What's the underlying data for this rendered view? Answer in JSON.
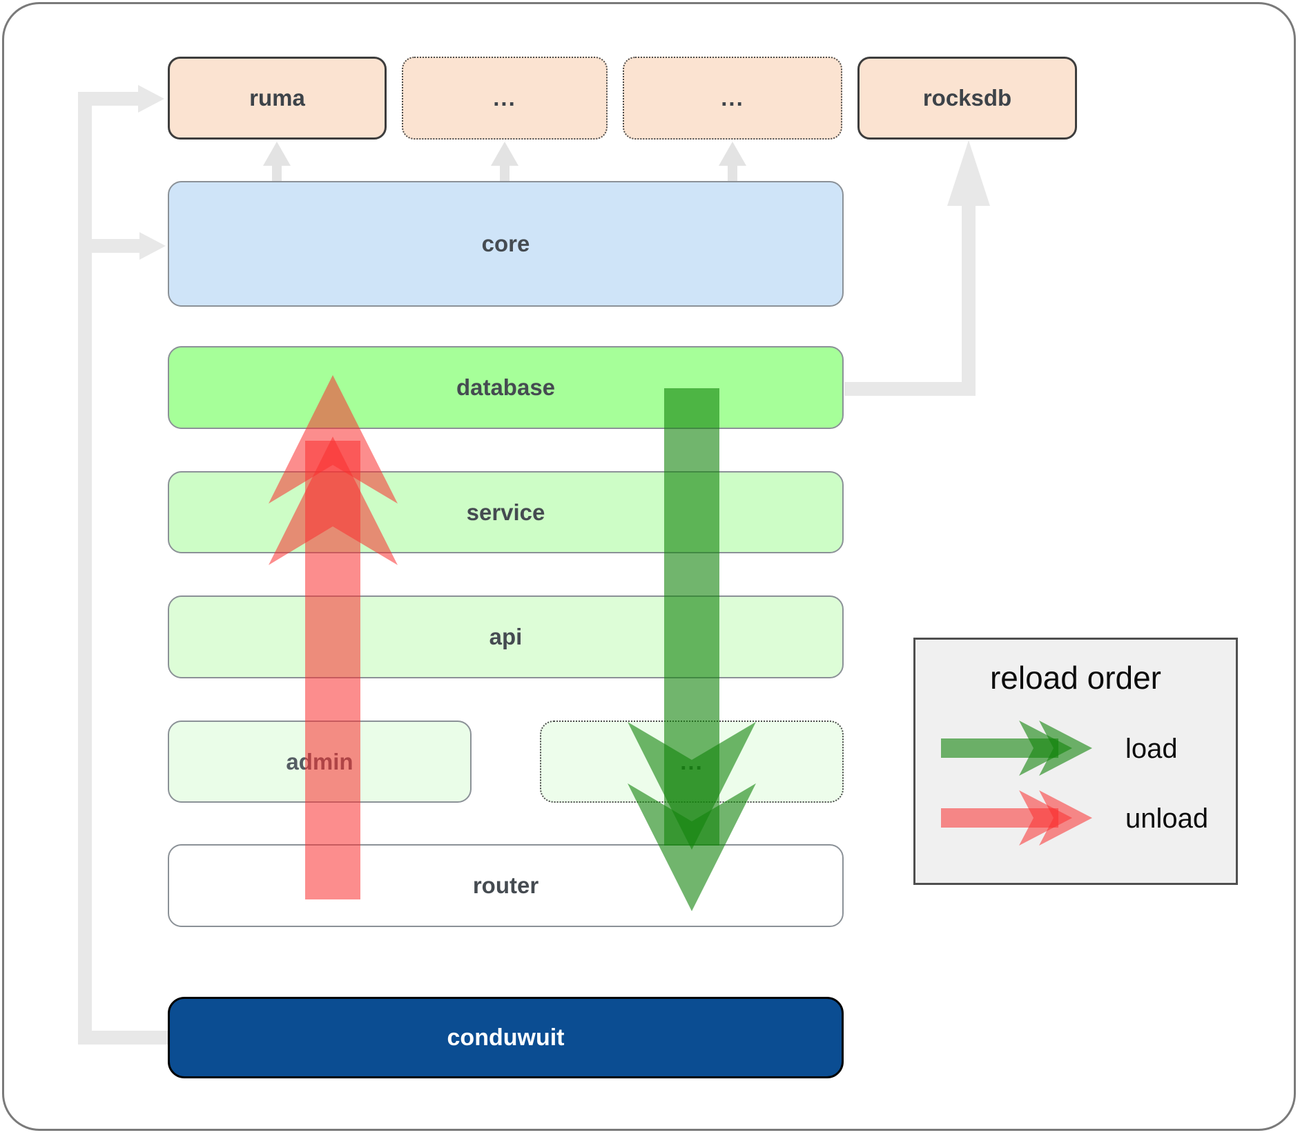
{
  "top_row": {
    "ruma": "ruma",
    "more1": "...",
    "more2": "...",
    "rocksdb": "rocksdb"
  },
  "layers": {
    "core": "core",
    "database": "database",
    "service": "service",
    "api": "api",
    "admin": "admin",
    "admin_more": "...",
    "router": "router",
    "app": "conduwuit"
  },
  "legend": {
    "title": "reload order",
    "load_label": "load",
    "unload_label": "unload"
  },
  "colors": {
    "peach_fill": "#fbe3d1",
    "core_fill": "#cfe4f8",
    "database_fill": "#a6ff99",
    "service_fill": "#cdfdc6",
    "api_fill": "#ddfdd7",
    "admin_fill": "#eafde8",
    "router_fill": "#ffffff",
    "conduwuit_fill": "#0b4d92",
    "load_arrow": "#12840c",
    "unload_arrow": "#fa3030",
    "connector_grey": "#e8e8e8",
    "legend_bg": "#f0f0f0"
  }
}
